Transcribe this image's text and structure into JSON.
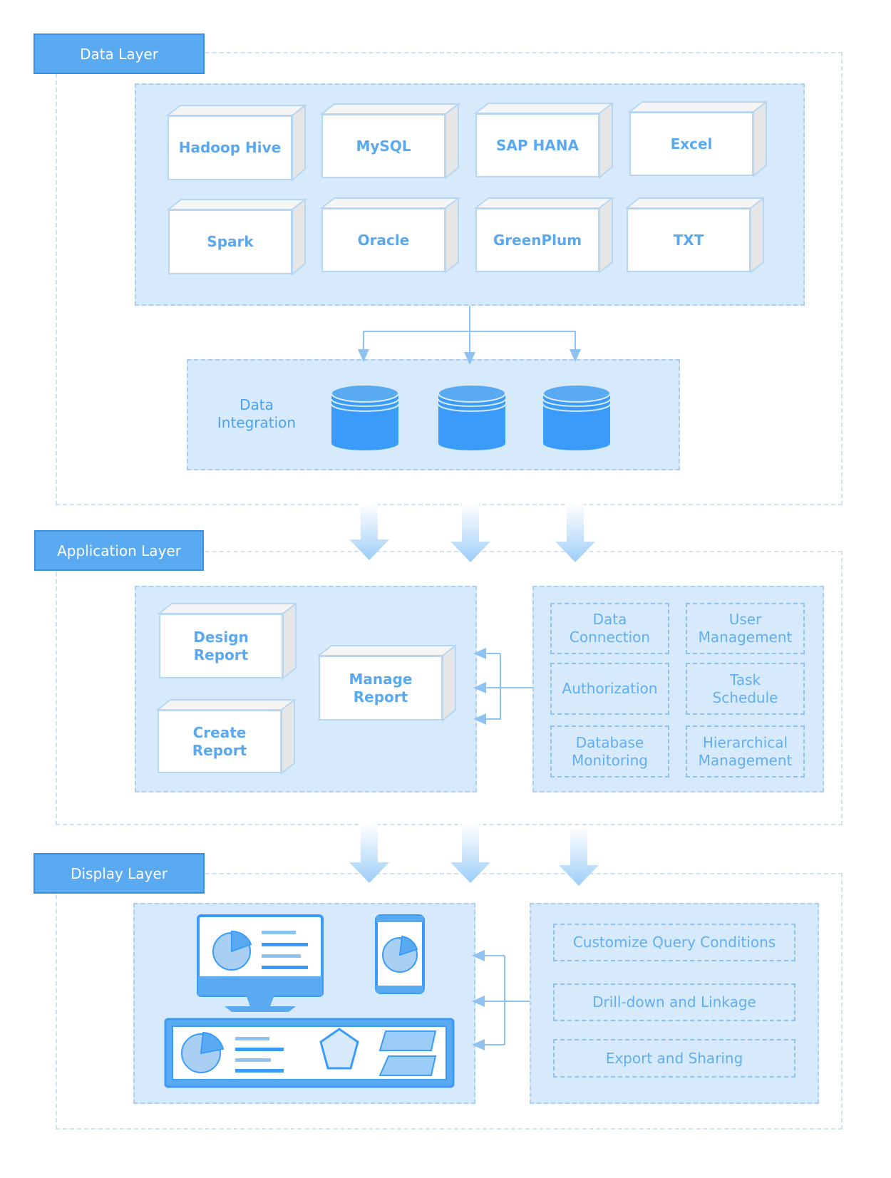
{
  "layers": {
    "data": "Data Layer",
    "application": "Application Layer",
    "display": "Display Layer"
  },
  "data_sources": [
    "Hadoop Hive",
    "MySQL",
    "SAP HANA",
    "Excel",
    "Spark",
    "Oracle",
    "GreenPlum",
    "TXT"
  ],
  "data_integration": "Data\nIntegration",
  "report_boxes": {
    "design": "Design\nReport",
    "create": "Create\nReport",
    "manage": "Manage\nReport"
  },
  "management_items": [
    "Data\nConnection",
    "User\nManagement",
    "Authorization",
    "Task\nSchedule",
    "Database\nMonitoring",
    "Hierarchical\nManagement"
  ],
  "display_features": [
    "Customize Query Conditions",
    "Drill-down and Linkage",
    "Export and Sharing"
  ],
  "colors": {
    "accent": "#3a9bf8",
    "tag": "#5aaaf2",
    "panel": "#d6eafb",
    "text": "#5aa9ee",
    "line": "#8ec2f0"
  }
}
